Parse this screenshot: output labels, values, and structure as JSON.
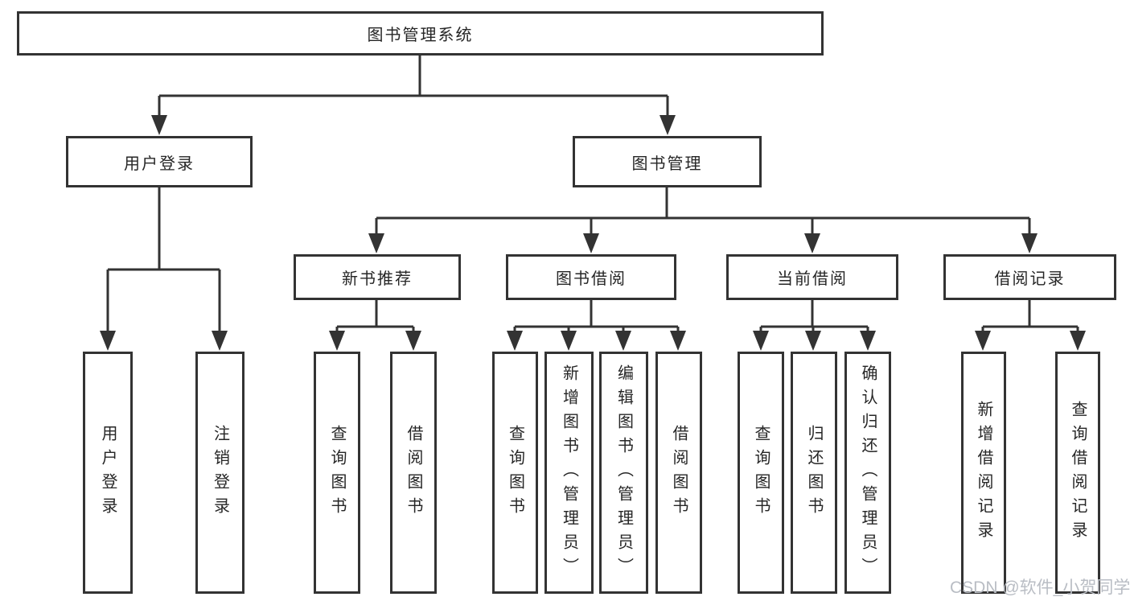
{
  "diagram": {
    "root": {
      "label": "图书管理系统"
    },
    "branches": {
      "user_login": {
        "label": "用户登录",
        "leaves": [
          "用户登录",
          "注销登录"
        ]
      },
      "book_management": {
        "label": "图书管理",
        "sections": [
          {
            "label": "新书推荐",
            "leaves": [
              "查询图书",
              "借阅图书"
            ]
          },
          {
            "label": "图书借阅",
            "leaves": [
              "查询图书",
              "新增图书（管理员）",
              "编辑图书（管理员）",
              "借阅图书"
            ]
          },
          {
            "label": "当前借阅",
            "leaves": [
              "查询图书",
              "归还图书",
              "确认归还（管理员）"
            ]
          },
          {
            "label": "借阅记录",
            "leaves": [
              "新增借阅记录",
              "查询借阅记录"
            ]
          }
        ]
      }
    }
  },
  "watermark": {
    "text": "CSDN @软件_小贺同学"
  },
  "colors": {
    "line": "#333333",
    "text": "#262626",
    "background": "#ffffff",
    "watermark": "#b9bdc4"
  }
}
